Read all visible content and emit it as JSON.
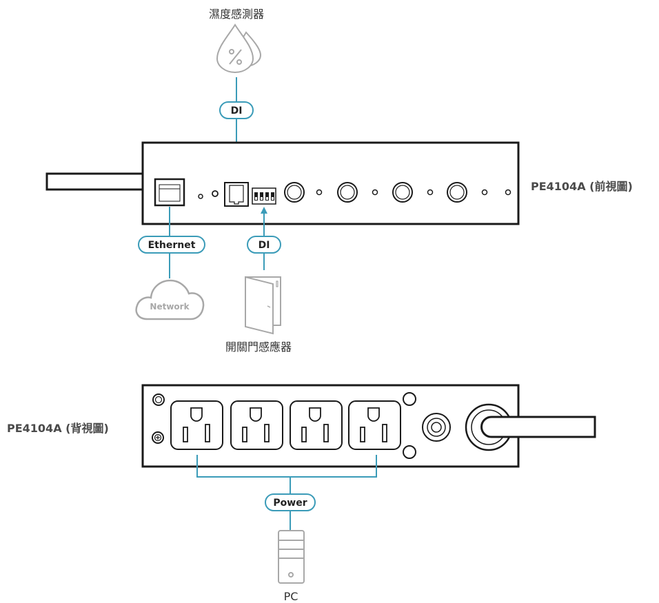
{
  "labels": {
    "humidity_sensor": "濕度感測器",
    "door_sensor": "開關門感應器",
    "front_view": "PE4104A (前視圖)",
    "rear_view": "PE4104A (背視圖)",
    "pc": "PC",
    "network": "Network"
  },
  "badges": {
    "di_top": "DI",
    "di_bottom": "DI",
    "ethernet": "Ethernet",
    "power": "Power"
  },
  "icons": {
    "humidity": "humidity-drops-icon",
    "cloud": "cloud-icon",
    "door": "door-icon",
    "pc": "pc-tower-icon"
  },
  "colors": {
    "connector": "#3a9bb8",
    "device": "#1a1a1a",
    "icon": "#a8a8a8",
    "label": "#4a4a4a"
  }
}
